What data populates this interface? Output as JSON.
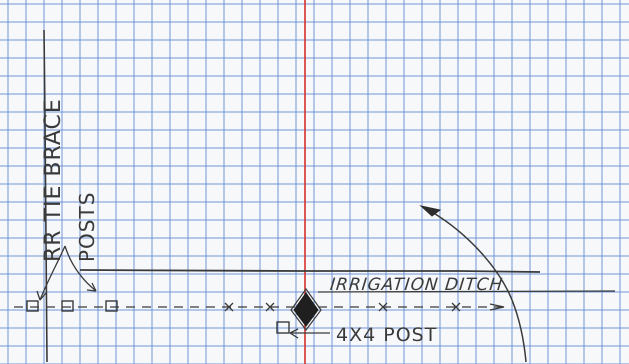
{
  "sketch": {
    "grid_color": "#5b86cf",
    "center_line_color": "#d6312b",
    "pencil_color": "#3a3a3a",
    "labels": {
      "rr_tie_brace": "RR TIE BRACE",
      "posts": "POSTS",
      "irrigation_ditch": "IRRIGATION DITCH",
      "post_callout": "4X4 POST"
    }
  }
}
